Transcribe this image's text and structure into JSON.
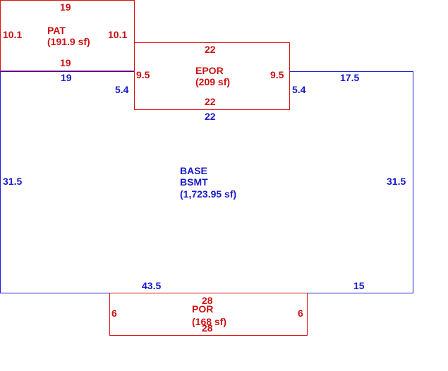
{
  "colors": {
    "basement": "#1a1add",
    "additions": "#dd1111"
  },
  "areas": {
    "pat": {
      "name": "PAT",
      "area": "(191.9 sf)",
      "top": "19",
      "bottom": "19",
      "left": "10.1",
      "right": "10.1"
    },
    "epor": {
      "name": "EPOR",
      "area": "(209 sf)",
      "top": "22",
      "bottom": "22",
      "left": "9.5",
      "right": "9.5"
    },
    "base": {
      "name": "BASE",
      "subname": "BSMT",
      "area": "(1,723.95 sf)",
      "top_left": "19",
      "notch_left": "5.4",
      "notch_bottom": "22",
      "notch_right": "5.4",
      "top_right": "17.5",
      "left": "31.5",
      "right": "31.5",
      "bottom_left": "43.5",
      "bottom_right": "15"
    },
    "por": {
      "name": "POR",
      "area": "(168 sf)",
      "top": "28",
      "bottom": "28",
      "left": "6",
      "right": "6"
    }
  }
}
